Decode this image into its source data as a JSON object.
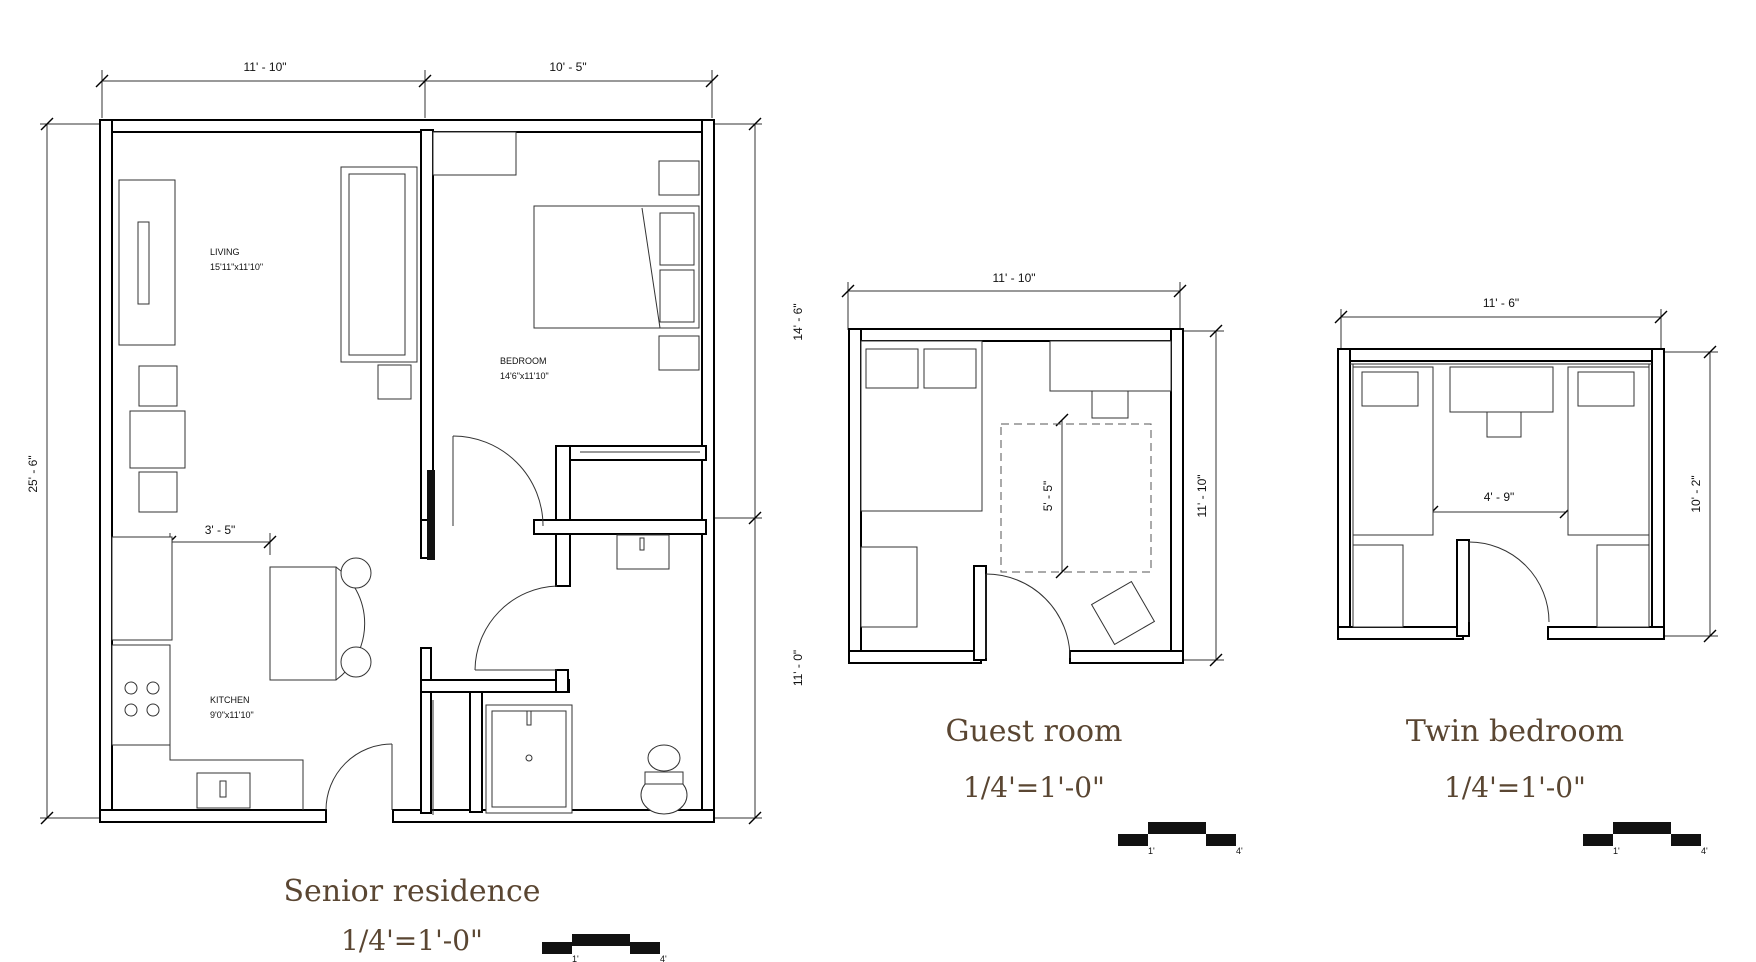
{
  "plans": {
    "senior": {
      "title": "Senior residence",
      "scale": "1/4'=1'-0\"",
      "dims": {
        "top_left": "11' - 10\"",
        "top_right": "10' - 5\"",
        "left": "25' - 6\"",
        "right_upper": "14' - 6\"",
        "right_lower": "11' - 0\"",
        "kitchen_counter": "3' - 5\""
      },
      "rooms": {
        "living_name": "LIVING",
        "living_size": "15'11\"x11'10\"",
        "bedroom_name": "BEDROOM",
        "bedroom_size": "14'6\"x11'10\"",
        "kitchen_name": "KITCHEN",
        "kitchen_size": "9'0\"x11'10\""
      },
      "scale_bar": {
        "left": "1'",
        "right": "4'"
      }
    },
    "guest": {
      "title": "Guest room",
      "scale": "1/4'=1'-0\"",
      "dims": {
        "top": "11' - 10\"",
        "right": "11' - 10\"",
        "inner": "5' - 5\""
      },
      "scale_bar": {
        "left": "1'",
        "right": "4'"
      }
    },
    "twin": {
      "title": "Twin bedroom",
      "scale": "1/4'=1'-0\"",
      "dims": {
        "top": "11' - 6\"",
        "right": "10' - 2\"",
        "inner": "4' - 9\""
      },
      "scale_bar": {
        "left": "1'",
        "right": "4'"
      }
    }
  }
}
